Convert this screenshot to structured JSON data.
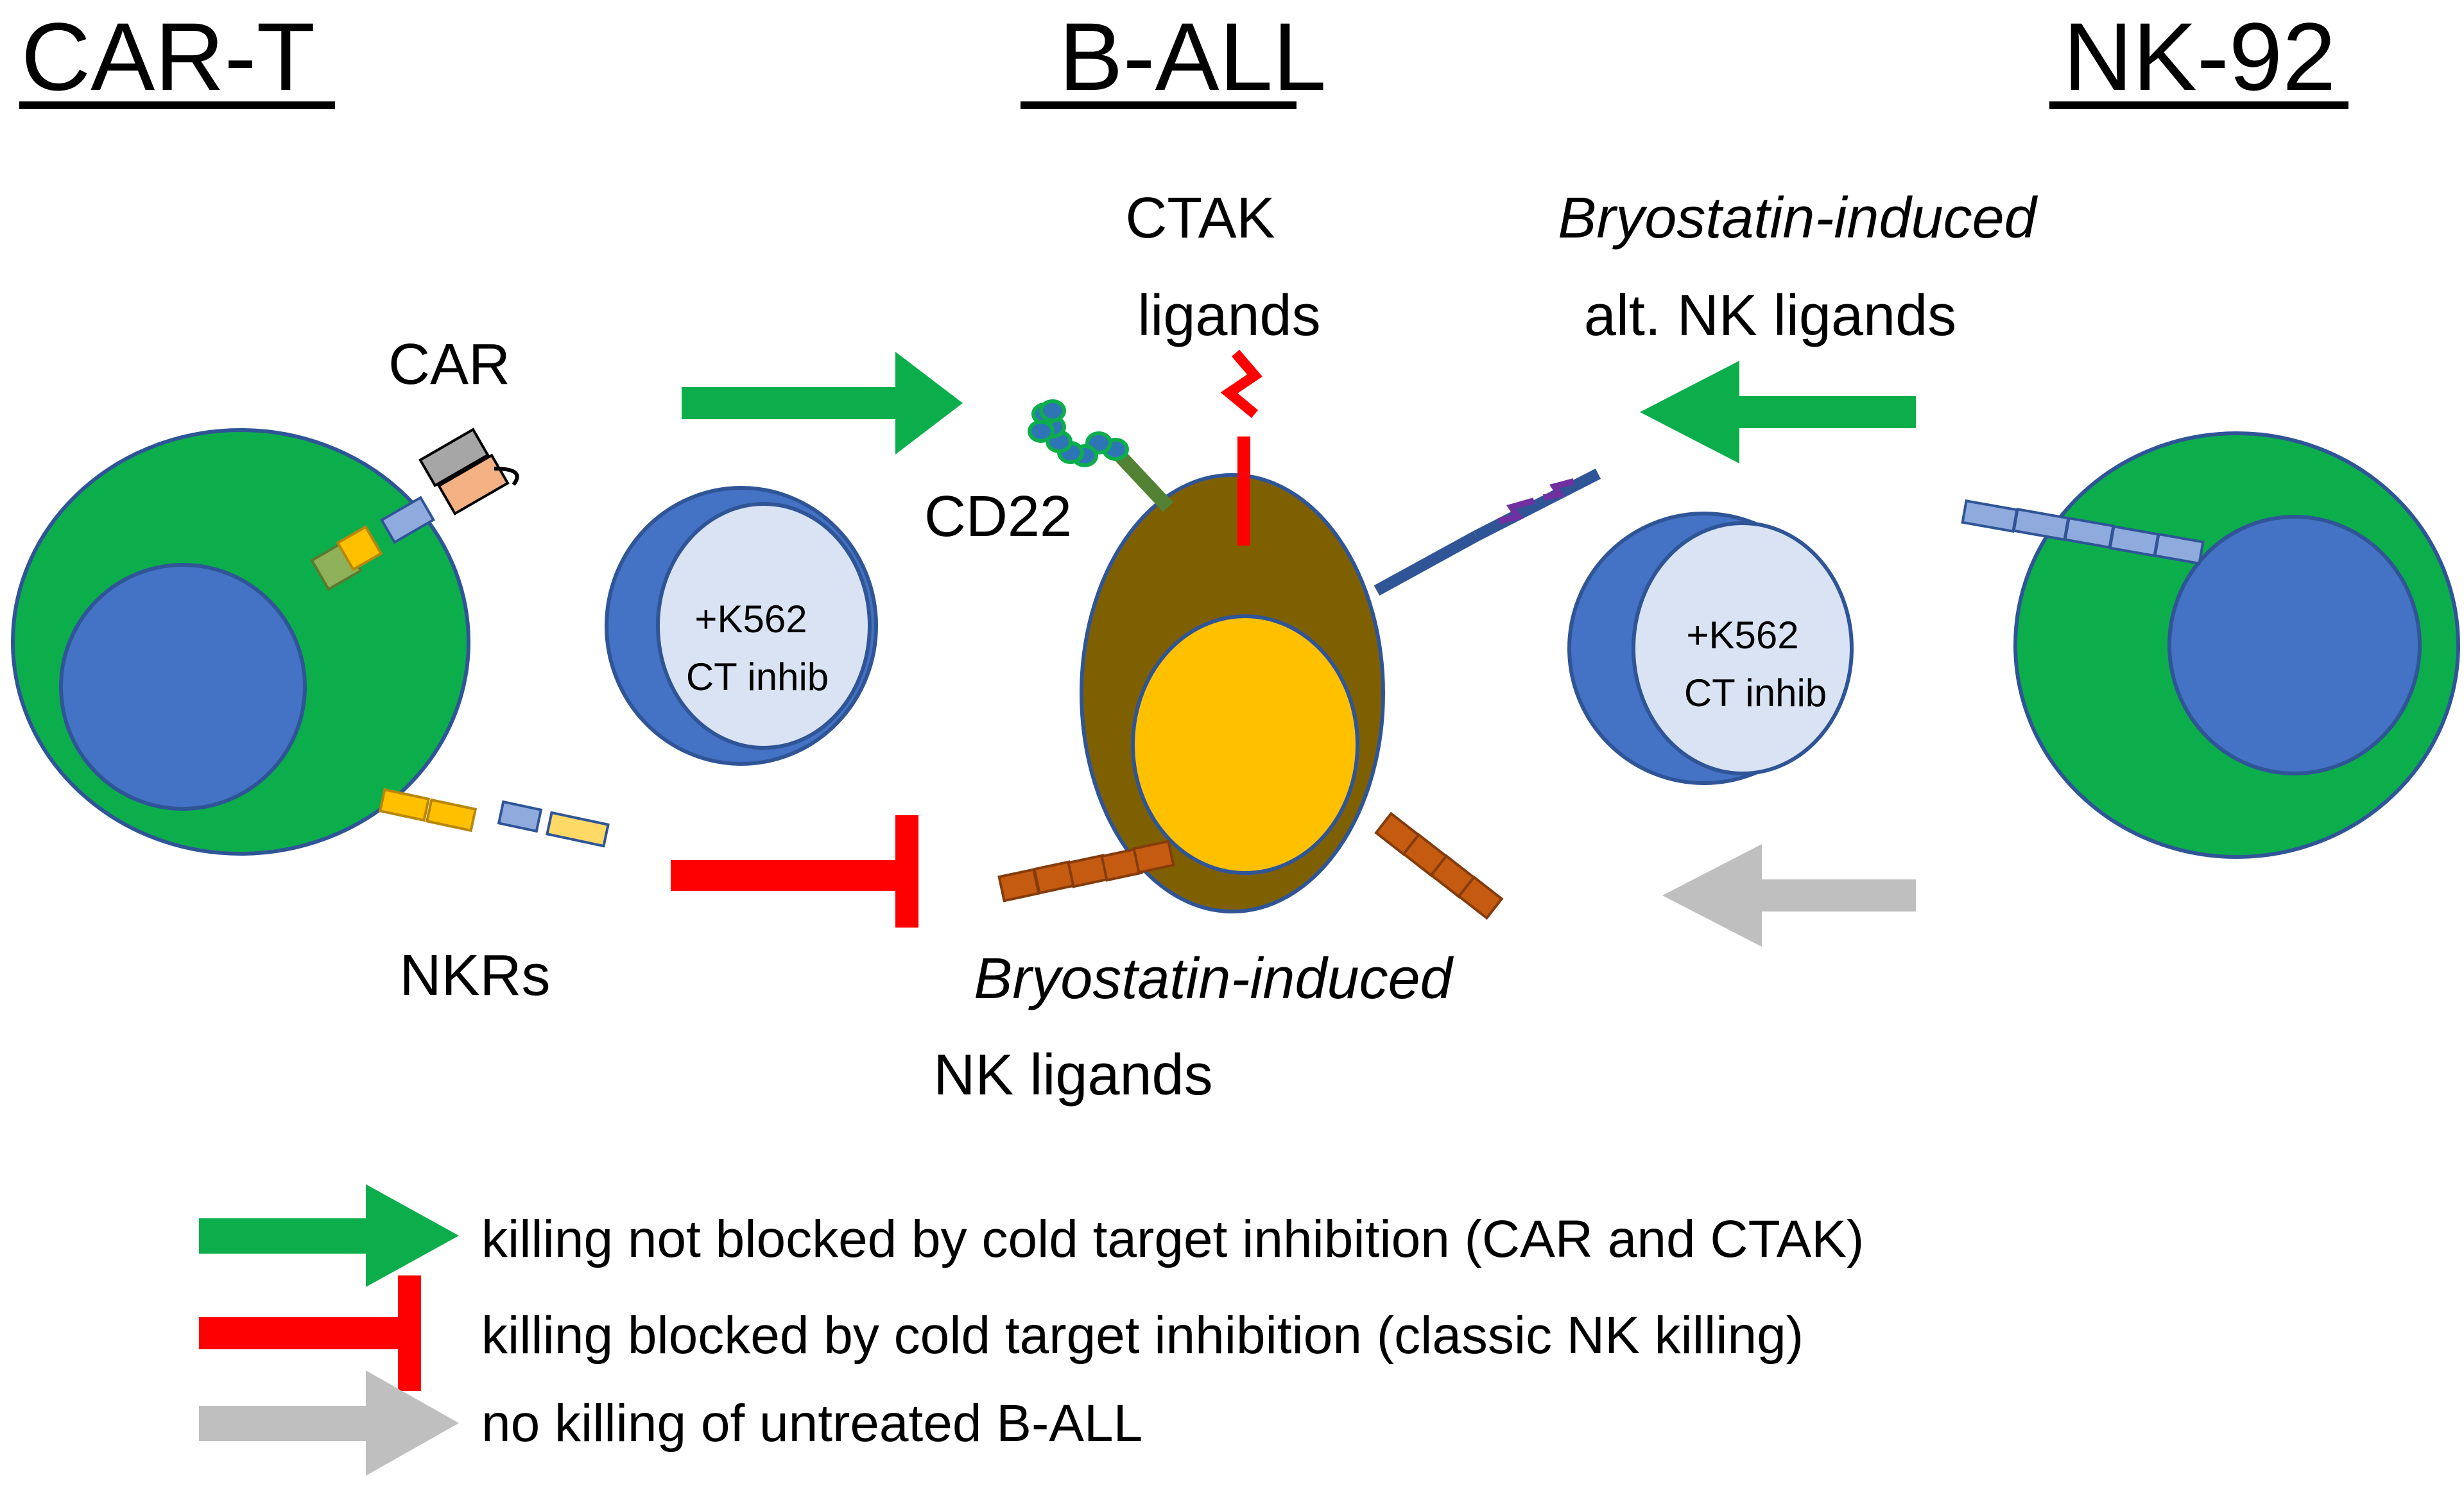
{
  "headers": {
    "car_t": "CAR-T",
    "b_all": "B-ALL",
    "nk92": "NK-92"
  },
  "labels": {
    "car": "CAR",
    "nkrs": "NKRs",
    "cd22": "CD22",
    "ctak_line1": "CTAK",
    "ctak_line2": "ligands",
    "bryo_alt_line1": "Bryostatin-induced",
    "bryo_alt_line2": "alt. NK ligands",
    "bryo_nk_line1": "Bryostatin-induced",
    "bryo_nk_line2": "NK ligands",
    "k562_left_line1": "+K562",
    "k562_left_line2": "CT inhib",
    "k562_right_line1": "+K562",
    "k562_right_line2": "CT inhib"
  },
  "legend": {
    "green": "killing not blocked by cold target inhibition (CAR and CTAK)",
    "red": "killing blocked by cold target inhibition (classic NK killing)",
    "gray": "no killing of untreated B-ALL"
  },
  "colors": {
    "green": "#0CAE4C",
    "red": "#FF0000",
    "gray": "#BFBFBF",
    "cell_green": "#0CAE4C",
    "nucleus_blue": "#4472C4",
    "ball_brown": "#7F6000",
    "ball_nucleus": "#FFC000",
    "k562_fill": "#DAE3F3"
  }
}
